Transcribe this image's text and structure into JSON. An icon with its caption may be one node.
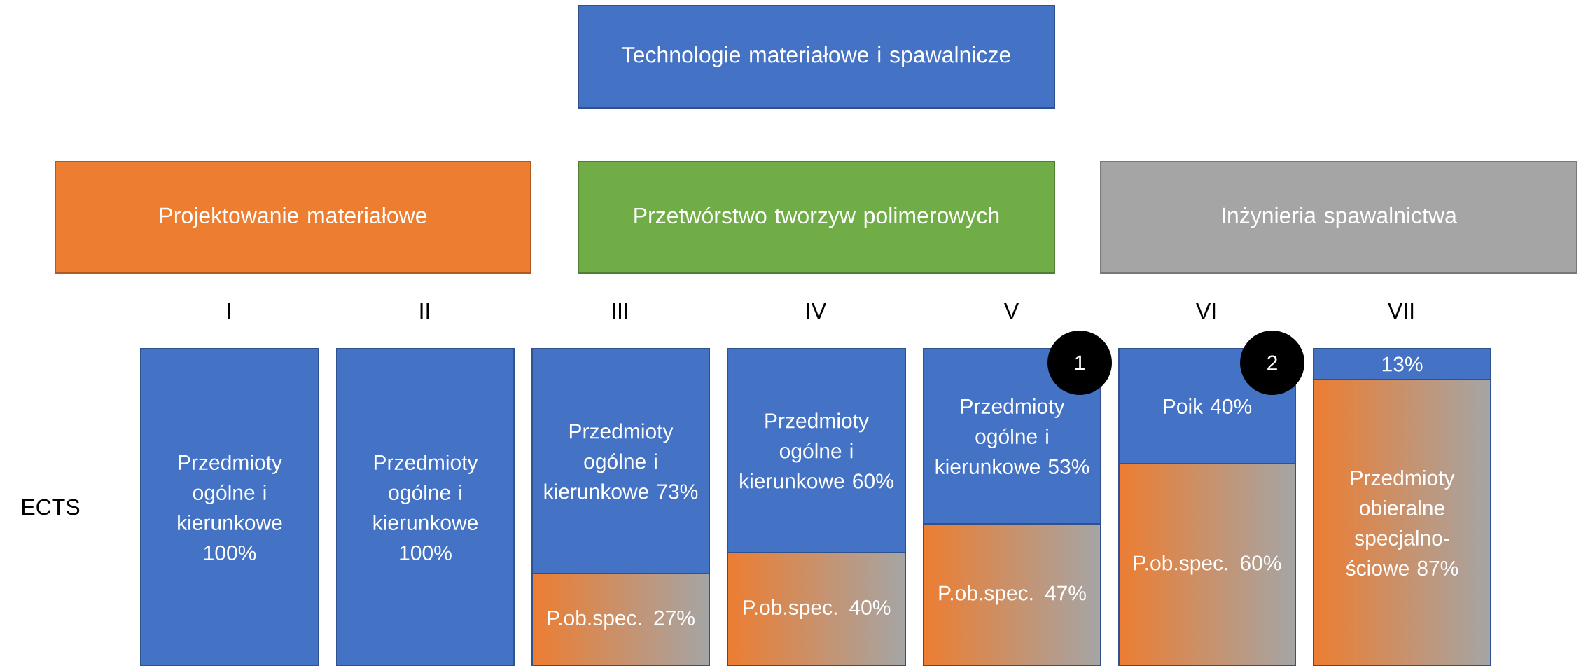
{
  "diagram": {
    "nodes": [
      {
        "text": [
          "Technologie materiałowe i spawalnicze"
        ]
      },
      {
        "text": [
          "Projektowanie materiałowe"
        ]
      },
      {
        "text": [
          "Przetwórstwo tworzyw polimerowych"
        ]
      },
      {
        "text": [
          "Inżynieria spawalnictwa"
        ]
      },
      {
        "text": [
          "Przedmioty ogólne i kierunkowe 100%"
        ]
      },
      {
        "text": [
          "Przedmioty ogólne i kierunkowe 100%"
        ]
      },
      {
        "text": [
          "Przedmioty ogólne i kierunkowe 73%"
        ]
      },
      {
        "text": [
          "P.ob.spec. 27%"
        ]
      },
      {
        "text": [
          "Przedmioty ogólne i kierunkowe 60%"
        ]
      },
      {
        "text": [
          "P.ob.spec. 40%"
        ]
      },
      {
        "text": [
          "Przedmioty ogólne i kierunkowe 53%"
        ]
      },
      {
        "text": [
          "P.ob.spec. 47%"
        ]
      },
      {
        "text": [
          "Poik 40%"
        ]
      },
      {
        "text": [
          "P.ob.spec. 60%"
        ]
      },
      {
        "text": [
          "13%"
        ]
      },
      {
        "text": [
          "Przedmioty obieralne specjalno- ściowe 87%"
        ]
      },
      {
        "text": [
          "1"
        ]
      },
      {
        "text": [
          "2"
        ]
      }
    ],
    "labels": [
      "I",
      "II",
      "III",
      "IV",
      "V",
      "VI",
      "VII",
      "ECTS"
    ]
  }
}
